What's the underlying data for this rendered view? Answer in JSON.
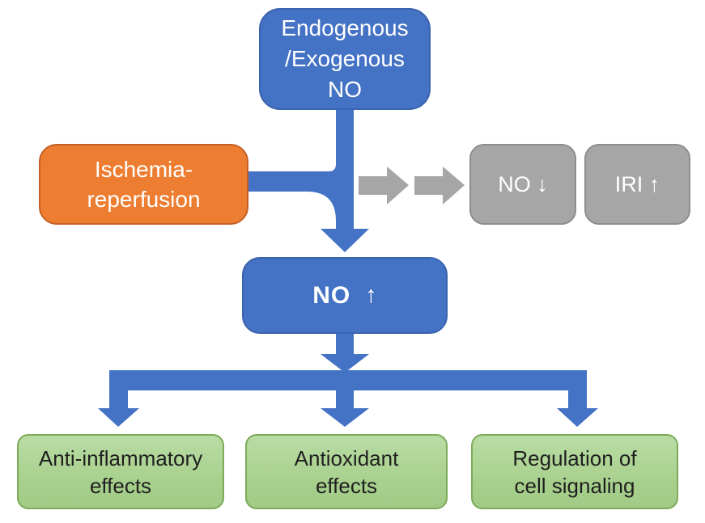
{
  "nodes": {
    "endogenous": {
      "label": "Endogenous\n/Exogenous\nNO"
    },
    "ischemia": {
      "label": "Ischemia-\nreperfusion"
    },
    "no_down": {
      "label": "NO ↓"
    },
    "iri_up": {
      "label": "IRI ↑"
    },
    "no_up": {
      "label": "NO",
      "arrow": "↑"
    },
    "anti_inflammatory": {
      "label": "Anti-inflammatory\neffects"
    },
    "antioxidant": {
      "label": "Antioxidant\neffects"
    },
    "regulation": {
      "label": "Regulation of\ncell signaling"
    }
  },
  "colors": {
    "accent_blue": "#4472C4",
    "accent_orange": "#ED7D31",
    "accent_gray": "#A6A6A6",
    "green_fill": "#A9D18E",
    "green_border": "#7CAB59",
    "text_on_dark": "#FFFFFF",
    "text_on_green": "#1F1F1F",
    "background": "#FFFFFF"
  }
}
